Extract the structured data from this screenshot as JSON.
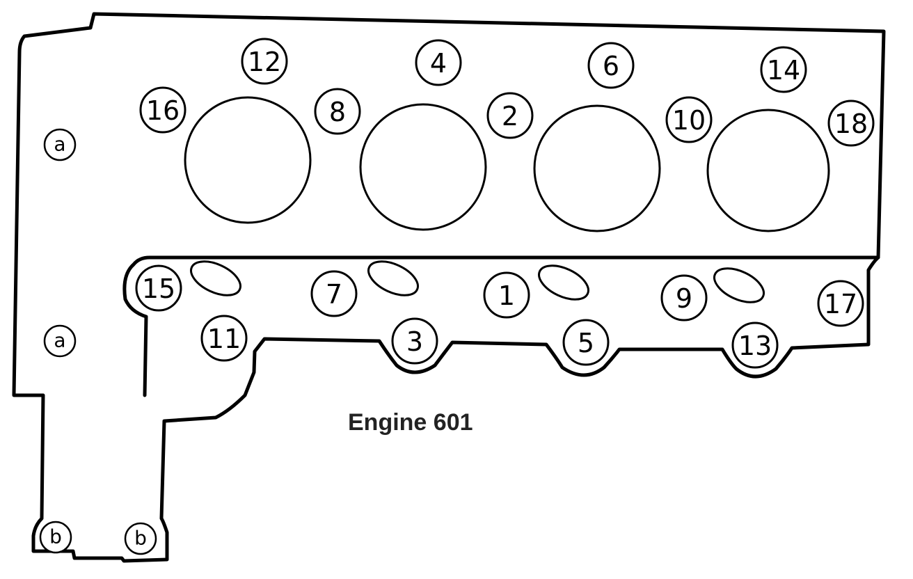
{
  "caption": "Engine 601",
  "bolts": [
    {
      "label": "1"
    },
    {
      "label": "2"
    },
    {
      "label": "3"
    },
    {
      "label": "4"
    },
    {
      "label": "5"
    },
    {
      "label": "6"
    },
    {
      "label": "7"
    },
    {
      "label": "8"
    },
    {
      "label": "9"
    },
    {
      "label": "10"
    },
    {
      "label": "11"
    },
    {
      "label": "12"
    },
    {
      "label": "13"
    },
    {
      "label": "14"
    },
    {
      "label": "15"
    },
    {
      "label": "16"
    },
    {
      "label": "17"
    },
    {
      "label": "18"
    }
  ],
  "markers": [
    {
      "label": "a"
    },
    {
      "label": "a"
    },
    {
      "label": "b"
    },
    {
      "label": "b"
    }
  ]
}
